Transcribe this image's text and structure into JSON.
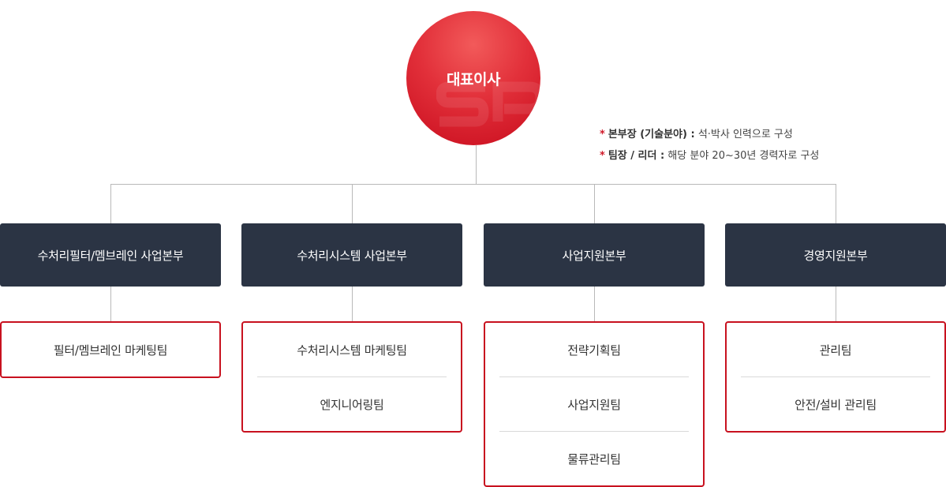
{
  "ceo": {
    "label": "대표이사"
  },
  "notes": [
    {
      "marker": "*",
      "term": "본부장 (기술분야) :",
      "text": "석·박사 인력으로 구성"
    },
    {
      "marker": "*",
      "term": "팀장 / 리더 :",
      "text": "해당 분야 20~30년 경력자로 구성"
    }
  ],
  "divisions": [
    {
      "name": "수처리필터/멤브레인 사업본부",
      "teams": [
        "필터/멤브레인 마케팅팀"
      ]
    },
    {
      "name": "수처리시스템 사업본부",
      "teams": [
        "수처리시스템 마케팅팀",
        "엔지니어링팀"
      ]
    },
    {
      "name": "사업지원본부",
      "teams": [
        "전략기획팀",
        "사업지원팀",
        "물류관리팀"
      ]
    },
    {
      "name": "경영지원본부",
      "teams": [
        "관리팀",
        "안전/설비 관리팀"
      ]
    }
  ],
  "colors": {
    "ceo_red": "#d61a2a",
    "division_bg": "#2b3444",
    "team_border": "#c8111f",
    "connector": "#b9b9b9"
  }
}
